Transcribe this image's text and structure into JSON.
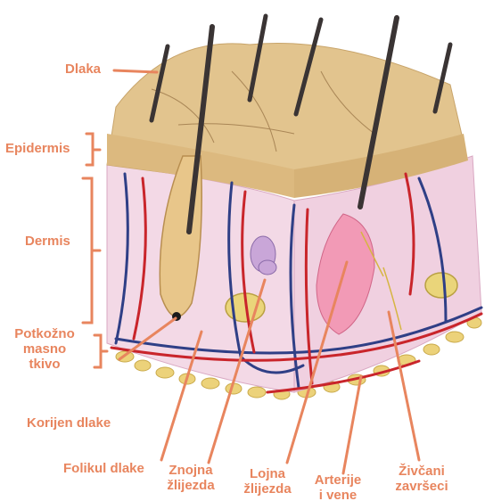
{
  "labels": {
    "dlaka": "Dlaka",
    "epidermis": "Epidermis",
    "dermis": "Dermis",
    "potkozno_1": "Potkožno",
    "potkozno_2": "masno",
    "potkozno_3": "tkivo",
    "korijen_dlake": "Korijen dlake",
    "folikul_dlake": "Folikul dlake",
    "znojna_1": "Znojna",
    "znojna_2": "žlijezda",
    "lojna_1": "Lojna",
    "lojna_2": "žlijezda",
    "arterije_1": "Arterije",
    "arterije_2": "i vene",
    "zivcani_1": "Živčani",
    "zivcani_2": "završeci"
  },
  "colors": {
    "label": "#e8855e",
    "epidermis": "#e2c48e",
    "dermis": "#f3d9e6",
    "fat": "#ecd27a",
    "artery": "#c9252b",
    "vein": "#2f3f86",
    "hair": "#3a3434"
  }
}
